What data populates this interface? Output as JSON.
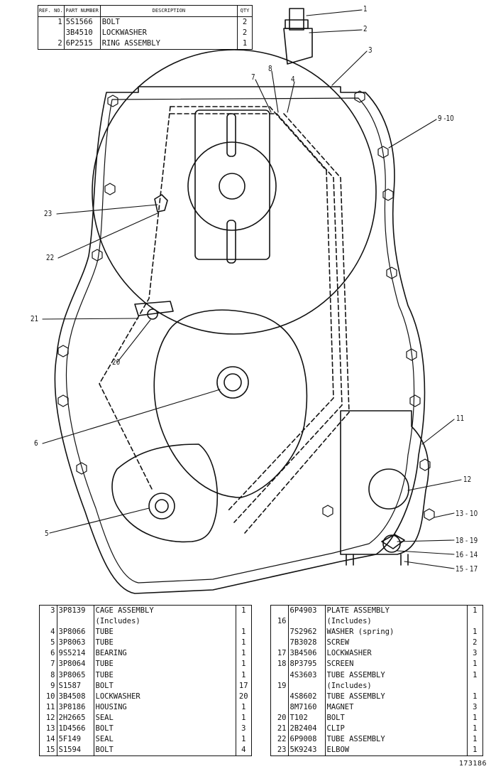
{
  "header_table": {
    "columns": [
      "REF. NO.",
      "PART NUMBER",
      "DESCRIPTION",
      "QTY"
    ],
    "rows": [
      {
        "ref": "1",
        "part": "5S1566",
        "desc": "BOLT",
        "qty": "2"
      },
      {
        "ref": "",
        "part": "3B4510",
        "desc": "LOCKWASHER",
        "qty": "2"
      },
      {
        "ref": "2",
        "part": "6P2515",
        "desc": "RING ASSEMBLY",
        "qty": "1"
      }
    ]
  },
  "left_table": {
    "rows": [
      {
        "ref": "3",
        "part": "3P8139",
        "desc": "CAGE ASSEMBLY",
        "qty": "1"
      },
      {
        "ref": "",
        "part": "",
        "desc": "(Includes)",
        "qty": ""
      },
      {
        "ref": "4",
        "part": "3P8066",
        "desc": "TUBE",
        "qty": "1"
      },
      {
        "ref": "5",
        "part": "3P8063",
        "desc": "TUBE",
        "qty": "1"
      },
      {
        "ref": "6",
        "part": "9S5214",
        "desc": "BEARING",
        "qty": "1"
      },
      {
        "ref": "7",
        "part": "3P8064",
        "desc": "TUBE",
        "qty": "1"
      },
      {
        "ref": "8",
        "part": "3P8065",
        "desc": "TUBE",
        "qty": "1"
      },
      {
        "ref": "9",
        "part": "S1587",
        "desc": "BOLT",
        "qty": "17"
      },
      {
        "ref": "10",
        "part": "3B4508",
        "desc": "LOCKWASHER",
        "qty": "20"
      },
      {
        "ref": "11",
        "part": "3P8186",
        "desc": "HOUSING",
        "qty": "1"
      },
      {
        "ref": "12",
        "part": "2H2665",
        "desc": "SEAL",
        "qty": "1"
      },
      {
        "ref": "13",
        "part": "1D4566",
        "desc": "BOLT",
        "qty": "3"
      },
      {
        "ref": "14",
        "part": "5F149",
        "desc": "SEAL",
        "qty": "1"
      },
      {
        "ref": "15",
        "part": "S1594",
        "desc": "BOLT",
        "qty": "4"
      }
    ]
  },
  "right_table": {
    "rows": [
      {
        "ref": "",
        "part": "6P4903",
        "desc": "PLATE ASSEMBLY",
        "qty": "1"
      },
      {
        "ref": "16",
        "part": "",
        "desc": "(Includes)",
        "qty": ""
      },
      {
        "ref": "",
        "part": "7S2962",
        "desc": "WASHER (spring)",
        "qty": "1"
      },
      {
        "ref": "",
        "part": "7B3028",
        "desc": "SCREW",
        "qty": "2"
      },
      {
        "ref": "17",
        "part": "3B4506",
        "desc": "LOCKWASHER",
        "qty": "3"
      },
      {
        "ref": "18",
        "part": "8P3795",
        "desc": "SCREEN",
        "qty": "1"
      },
      {
        "ref": "",
        "part": "4S3603",
        "desc": "TUBE ASSEMBLY",
        "qty": "1"
      },
      {
        "ref": "19",
        "part": "",
        "desc": "(Includes)",
        "qty": ""
      },
      {
        "ref": "",
        "part": "4S8602",
        "desc": "TUBE ASSEMBLY",
        "qty": "1"
      },
      {
        "ref": "",
        "part": "8M7160",
        "desc": "MAGNET",
        "qty": "3"
      },
      {
        "ref": "20",
        "part": "T102",
        "desc": "BOLT",
        "qty": "1"
      },
      {
        "ref": "21",
        "part": "2B2404",
        "desc": "CLIP",
        "qty": "1"
      },
      {
        "ref": "22",
        "part": "6P9008",
        "desc": "TUBE ASSEMBLY",
        "qty": "1"
      },
      {
        "ref": "23",
        "part": "5K9243",
        "desc": "ELBOW",
        "qty": "1"
      }
    ]
  },
  "callouts": [
    "1",
    "2",
    "3",
    "4",
    "7",
    "8",
    "9 -10",
    "23",
    "22",
    "21",
    "20",
    "6",
    "5",
    "11",
    "12",
    "13 - 10",
    "18 - 19",
    "16 - 14",
    "15 - 17"
  ],
  "figure_id": "173186"
}
